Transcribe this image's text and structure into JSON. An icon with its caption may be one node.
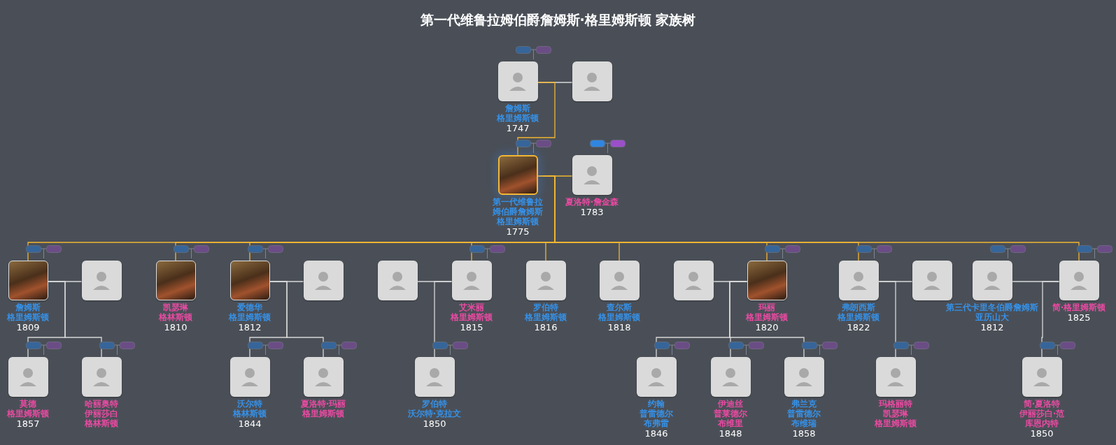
{
  "diagram": {
    "title": "第一代维鲁拉姆伯爵詹姆斯·格里姆斯顿 家族树",
    "nodes": [
      {
        "text": [
          "詹姆斯",
          "格里姆斯顿"
        ],
        "beside": [
          "1747"
        ]
      },
      {
        "text": [],
        "shape": "person"
      },
      {
        "text": [
          "第一代维鲁拉姆伯爵詹姆斯",
          "格里姆斯顿"
        ],
        "beside": [
          "1775"
        ]
      },
      {
        "text": [
          "夏洛特·詹金森"
        ],
        "beside": [
          "1783"
        ]
      },
      {
        "text": [
          "詹姆斯",
          "格里姆斯顿"
        ],
        "beside": [
          "1809"
        ]
      },
      {
        "text": [],
        "shape": "person"
      },
      {
        "text": [
          "凯瑟琳",
          "格林斯顿"
        ],
        "beside": [
          "1810"
        ]
      },
      {
        "text": [
          "爱德华",
          "格里姆斯顿"
        ],
        "beside": [
          "1812"
        ]
      },
      {
        "text": [],
        "shape": "person"
      },
      {
        "text": [],
        "shape": "person"
      },
      {
        "text": [
          "艾米丽",
          "格里姆斯顿"
        ],
        "beside": [
          "1815"
        ]
      },
      {
        "text": [
          "罗伯特",
          "格里姆斯顿"
        ],
        "beside": [
          "1816"
        ]
      },
      {
        "text": [
          "查尔斯",
          "格里姆斯顿"
        ],
        "beside": [
          "1818"
        ]
      },
      {
        "text": [],
        "shape": "person"
      },
      {
        "text": [
          "玛丽",
          "格里姆斯顿"
        ],
        "beside": [
          "1820"
        ]
      },
      {
        "text": [
          "弗朗西斯",
          "格里姆斯顿"
        ],
        "beside": [
          "1822"
        ]
      },
      {
        "text": [],
        "shape": "person"
      },
      {
        "text": [
          "第三代卡里冬伯爵詹姆斯",
          "亚历山大"
        ],
        "beside": [
          "1812"
        ]
      },
      {
        "text": [
          "简·格里姆斯顿"
        ],
        "beside": [
          "1825"
        ]
      },
      {
        "text": [
          "莫德",
          "格里姆斯顿"
        ],
        "beside": [
          "1857"
        ]
      },
      {
        "text": [
          "哈丽奥特",
          "伊丽莎白",
          "格林斯顿"
        ]
      },
      {
        "text": [
          "沃尔特",
          "格林斯顿"
        ],
        "beside": [
          "1844"
        ]
      },
      {
        "text": [
          "夏洛特·玛丽",
          "格里姆斯顿"
        ]
      },
      {
        "text": [
          "罗伯特",
          "沃尔特·克拉文"
        ],
        "beside": [
          "1850"
        ]
      },
      {
        "text": [
          "约翰",
          "普雷德尔",
          "布弗雷"
        ],
        "beside": [
          "1846"
        ]
      },
      {
        "text": [
          "伊迪丝",
          "普莱德尔",
          "布维里"
        ],
        "beside": [
          "1848"
        ]
      },
      {
        "text": [
          "弗兰克",
          "普雷德尔",
          "布维瑞"
        ],
        "beside": [
          "1858"
        ]
      },
      {
        "text": [
          "玛格丽特",
          "凯瑟琳",
          "格里姆斯顿"
        ]
      },
      {
        "text": [
          "简·夏洛特",
          "伊丽莎白·范",
          "库恩内特"
        ],
        "beside": [
          "1850"
        ]
      }
    ],
    "edges": [
      {
        "from": 0,
        "to": 1,
        "arrow": "none"
      },
      {
        "from": 0,
        "to": 2,
        "arrow": "none",
        "color": "#f2b632"
      },
      {
        "from": 2,
        "to": 3,
        "arrow": "none",
        "color": "#f2b632"
      },
      {
        "from": 2,
        "to": 4,
        "arrow": "none",
        "color": "#f2b632"
      },
      {
        "from": 2,
        "to": 6,
        "arrow": "none",
        "color": "#f2b632"
      },
      {
        "from": 2,
        "to": 7,
        "arrow": "none",
        "color": "#f2b632"
      },
      {
        "from": 2,
        "to": 10,
        "arrow": "none",
        "color": "#f2b632"
      },
      {
        "from": 2,
        "to": 11,
        "arrow": "none",
        "color": "#f2b632"
      },
      {
        "from": 2,
        "to": 12,
        "arrow": "none",
        "color": "#f2b632"
      },
      {
        "from": 2,
        "to": 14,
        "arrow": "none",
        "color": "#f2b632"
      },
      {
        "from": 2,
        "to": 15,
        "arrow": "none",
        "color": "#f2b632"
      },
      {
        "from": 2,
        "to": 18,
        "arrow": "none",
        "color": "#f2b632"
      },
      {
        "from": 4,
        "to": 5,
        "arrow": "none"
      },
      {
        "from": 7,
        "to": 8,
        "arrow": "none"
      },
      {
        "from": 10,
        "to": 9,
        "arrow": "none"
      },
      {
        "from": 14,
        "to": 13,
        "arrow": "none"
      },
      {
        "from": 15,
        "to": 16,
        "arrow": "none"
      },
      {
        "from": 18,
        "to": 17,
        "arrow": "none"
      },
      {
        "from": 4,
        "to": 19,
        "arrow": "none"
      },
      {
        "from": 4,
        "to": 20,
        "arrow": "none"
      },
      {
        "from": 7,
        "to": 21,
        "arrow": "none"
      },
      {
        "from": 7,
        "to": 22,
        "arrow": "none"
      },
      {
        "from": 10,
        "to": 23,
        "arrow": "none"
      },
      {
        "from": 14,
        "to": 24,
        "arrow": "none"
      },
      {
        "from": 14,
        "to": 25,
        "arrow": "none"
      },
      {
        "from": 14,
        "to": 26,
        "arrow": "none"
      },
      {
        "from": 15,
        "to": 27,
        "arrow": "none"
      },
      {
        "from": 18,
        "to": 28,
        "arrow": "none"
      }
    ]
  }
}
